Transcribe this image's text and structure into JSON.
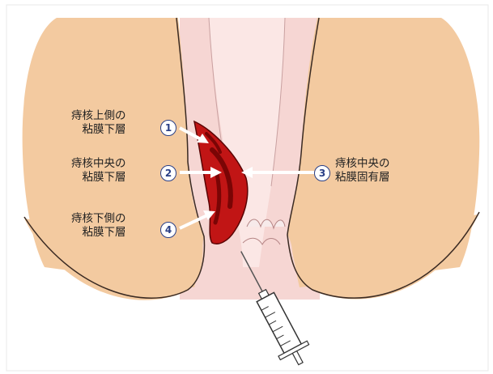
{
  "labels": [
    {
      "id": "1",
      "number": "1",
      "line1": "痔核上側の",
      "line2": "粘膜下層"
    },
    {
      "id": "2",
      "number": "2",
      "line1": "痔核中央の",
      "line2": "粘膜下層"
    },
    {
      "id": "3",
      "number": "3",
      "line1": "痔核中央の",
      "line2": "粘膜固有層"
    },
    {
      "id": "4",
      "number": "4",
      "line1": "痔核下側の",
      "line2": "粘膜下層"
    }
  ],
  "colors": {
    "skin": "#f3caa0",
    "skin_outline": "#3a2a22",
    "canal": "#f6d6d3",
    "hemorrhoid": "#c11515",
    "hemorrhoid_dark": "#7a0505",
    "number_badge": "#2a3f86"
  },
  "icons": {
    "syringe": "syringe-icon"
  }
}
